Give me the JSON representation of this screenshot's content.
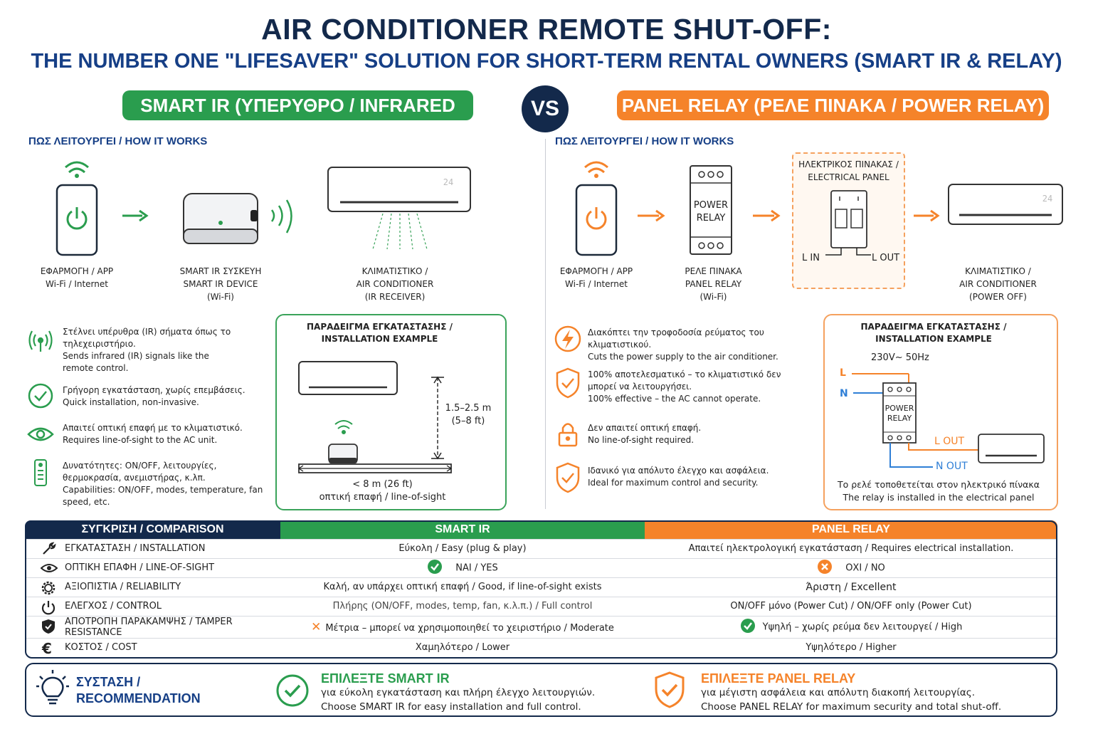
{
  "header": {
    "title": "AIR CONDITIONER REMOTE SHUT-OFF:",
    "subtitle": "THE NUMBER ONE \"LIFESAVER\" SOLUTION FOR SHORT-TERM RENTAL OWNERS (SMART IR & RELAY)",
    "vs": "VS"
  },
  "left": {
    "pill": "SMART IR (ΥΠΕΡΥΘΡΟ / INFRARED",
    "how": "ΠΩΣ ΛΕΙΤΟΥΡΓΕΙ / HOW IT WORKS",
    "steps": [
      {
        "l1": "ΕΦΑΡΜΟΓΗ / APP",
        "l2": "Wi-Fi / Internet",
        "l3": ""
      },
      {
        "l1": "SMART IR ΣΥΣΚΕΥΗ",
        "l2": "SMART IR DEVICE",
        "l3": "(Wi-Fi)"
      },
      {
        "l1": "ΚΛΙΜΑΤΙΣΤΙΚΟ /",
        "l2": "AIR CONDITIONER",
        "l3": "(IR RECEIVER)"
      }
    ],
    "ac_display": "24",
    "features": [
      {
        "icon": "ir-signal-icon",
        "gr": "Στέλνει υπέρυθρα (IR) σήματα όπως το τηλεχειριστήριο.",
        "en": "Sends infrared (IR) signals like the remote control."
      },
      {
        "icon": "check-circle-icon",
        "gr": "Γρήγορη εγκατάσταση, χωρίς επεμβάσεις.",
        "en": "Quick installation, non-invasive."
      },
      {
        "icon": "eye-icon",
        "gr": "Απαιτεί οπτική επαφή με το κλιματιστικό.",
        "en": "Requires line-of-sight to the AC unit."
      },
      {
        "icon": "remote-icon",
        "gr": "Δυνατότητες: ON/OFF, λειτουργίες, θερμοκρασία, ανεμιστήρας, κ.λπ.",
        "en": "Capabilities: ON/OFF, modes, temperature, fan speed, etc."
      }
    ],
    "example": {
      "title1": "ΠΑΡΑΔΕΙΓΜΑ ΕΓΚΑΤΑΣΤΑΣΗΣ /",
      "title2": "INSTALLATION EXAMPLE",
      "height1": "1.5–2.5 m",
      "height2": "(5–8 ft)",
      "dist1": "< 8 m (26 ft)",
      "dist2": "οπτική επαφή / line-of-sight"
    }
  },
  "right": {
    "pill": "PANEL RELAY (ΡΕΛΕ ΠΙΝΑΚΑ / POWER RELAY)",
    "how": "ΠΩΣ ΛΕΙΤΟΥΡΓΕΙ / HOW IT WORKS",
    "relay_label1": "POWER",
    "relay_label2": "RELAY",
    "panel1": "ΗΛΕΚΤΡΙΚΟΣ ΠΙΝΑΚΑΣ /",
    "panel2": "ELECTRICAL PANEL",
    "l_in": "L IN",
    "l_out": "L OUT",
    "steps": [
      {
        "l1": "ΕΦΑΡΜΟΓΗ / APP",
        "l2": "Wi-Fi / Internet",
        "l3": ""
      },
      {
        "l1": "ΡΕΛΕ ΠΙΝΑΚΑ",
        "l2": "PANEL RELAY",
        "l3": "(Wi-Fi)"
      },
      {
        "l1": "ΚΛΙΜΑΤΙΣΤΙΚΟ /",
        "l2": "AIR CONDITIONER",
        "l3": "(POWER OFF)"
      }
    ],
    "ac_display": "24",
    "features": [
      {
        "icon": "lightning-icon",
        "gr": "Διακόπτει την τροφοδοσία ρεύματος του κλιματιστικού.",
        "en": "Cuts the power supply to the air conditioner."
      },
      {
        "icon": "shield-check-icon",
        "gr": "100% αποτελεσματικό – το κλιματιστικό δεν μπορεί να λειτουργήσει.",
        "en": "100% effective – the AC cannot operate."
      },
      {
        "icon": "lock-icon",
        "gr": "Δεν απαιτεί οπτική επαφή.",
        "en": "No line-of-sight required."
      },
      {
        "icon": "shield-check-icon",
        "gr": "Ιδανικό για απόλυτο έλεγχο και ασφάλεια.",
        "en": "Ideal for maximum control and security."
      }
    ],
    "example": {
      "title1": "ΠΑΡΑΔΕΙΓΜΑ ΕΓΚΑΤΑΣΤΑΣΗΣ /",
      "title2": "INSTALLATION EXAMPLE",
      "voltage": "230V~ 50Hz",
      "l": "L",
      "n": "N",
      "relay1": "POWER",
      "relay2": "RELAY",
      "lout": "L OUT",
      "nout": "N OUT",
      "cap1": "Το ρελέ τοποθετείται στον ηλεκτρικό πίνακα",
      "cap2": "The relay is installed in the electrical panel"
    }
  },
  "comparison": {
    "headers": [
      "ΣΥΓΚΡΙΣΗ / COMPARISON",
      "SMART IR",
      "PANEL RELAY"
    ],
    "colors": {
      "navy": "#13294b",
      "green": "#2a9d4e",
      "orange": "#f5832a"
    },
    "rows": [
      {
        "icon": "wrench-icon",
        "label": "ΕΓΚΑΤΑΣΤΑΣΗ / INSTALLATION",
        "ir": "Εύκολη / Easy (plug & play)",
        "relay": "Απαιτεί ηλεκτρολογική εγκατάσταση / Requires electrical installation."
      },
      {
        "icon": "eye-icon",
        "label": "ΟΠΤΙΚΗ ΕΠΑΦΗ / LINE-OF-SIGHT",
        "ir": "ΝΑΙ / YES",
        "relay": "ΟΧΙ / NO"
      },
      {
        "icon": "gear-check-icon",
        "label": "ΑΞΙΟΠΙΣΤΙΑ / RELIABILITY",
        "ir": "Καλή, αν υπάρχει οπτική επαφή / Good, if line-of-sight exists",
        "relay": "Άριστη / Excellent"
      },
      {
        "icon": "power-icon",
        "label": "ΕΛΕΓΧΟΣ / CONTROL",
        "ir": "Πλήρης (ON/OFF, modes, temp, fan, κ.λ.π.) / Full control",
        "relay": "ON/OFF μόνο (Power Cut) / ON/OFF only (Power Cut)"
      },
      {
        "icon": "shield-icon",
        "label": "ΑΠΟΤΡΟΠΗ ΠΑΡΑΚΑΜΨΗΣ / TAMPER RESISTANCE",
        "ir": "Μέτρια – μπορεί να χρησιμοποιηθεί το χειριστήριο / Moderate",
        "relay": "Υψηλή – χωρίς ρεύμα δεν λειτουργεί / High"
      },
      {
        "icon": "euro-icon",
        "label": "ΚΟΣΤΟΣ / COST",
        "ir": "Χαμηλότερο / Lower",
        "relay": "Υψηλότερο / Higher"
      }
    ]
  },
  "recommendation": {
    "title1": "ΣΥΣΤΑΣΗ /",
    "title2": "RECOMMENDATION",
    "ir_title": "ΕΠΙΛΕΞΤΕ SMART IR",
    "ir_gr": "για εύκολη εγκατάσταση και πλήρη έλεγχο λειτουργιών.",
    "ir_en": "Choose SMART IR for easy installation and full control.",
    "relay_title": "ΕΠΙΛΕΞΤΕ PANEL RELAY",
    "relay_gr": "για μέγιστη ασφάλεια και απόλυτη διακοπή λειτουργίας.",
    "relay_en": "Choose PANEL RELAY for maximum security and total shut-off."
  }
}
